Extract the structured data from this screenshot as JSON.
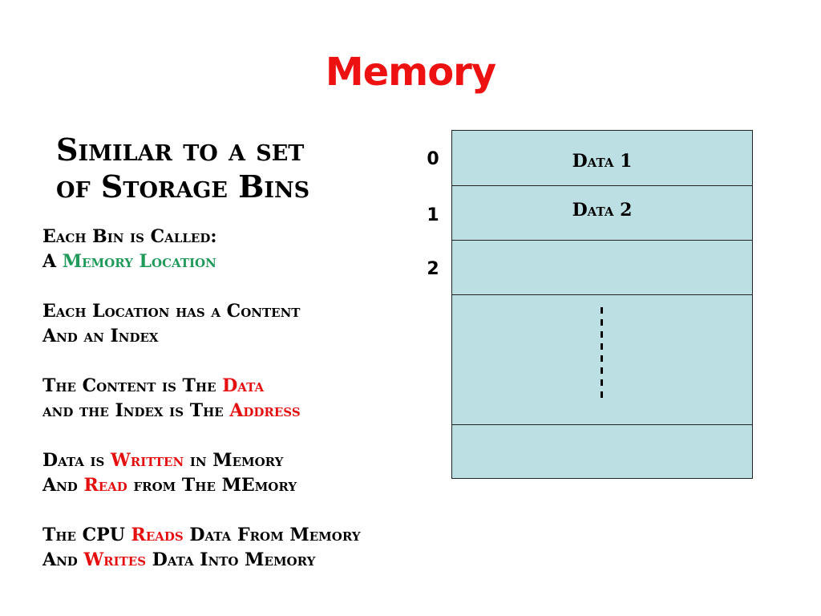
{
  "title": "Memory",
  "subtitle": [
    "Similar to a set",
    "of Storage Bins"
  ],
  "paragraphs": [
    [
      [
        {
          "t": "Each Bin is Called:"
        }
      ],
      [
        {
          "t": "A "
        },
        {
          "t": "Memory Location",
          "c": "green"
        }
      ]
    ],
    [
      [
        {
          "t": "Each Location has a Content"
        }
      ],
      [
        {
          "t": "And an Index"
        }
      ]
    ],
    [
      [
        {
          "t": "The Content is The "
        },
        {
          "t": "Data",
          "c": "red"
        }
      ],
      [
        {
          "t": "and the Index is The "
        },
        {
          "t": "Address",
          "c": "red"
        }
      ]
    ],
    [
      [
        {
          "t": "Data is "
        },
        {
          "t": "Written",
          "c": "red"
        },
        {
          "t": " in Memory"
        }
      ],
      [
        {
          "t": "And "
        },
        {
          "t": "Read",
          "c": "red"
        },
        {
          "t": " from The MEmory"
        }
      ]
    ],
    [
      [
        {
          "t": "The CPU "
        },
        {
          "t": "Reads",
          "c": "red"
        },
        {
          "t": " Data From Memory"
        }
      ],
      [
        {
          "t": "And "
        },
        {
          "t": "Writes",
          "c": "red"
        },
        {
          "t": " Data Into Memory"
        }
      ]
    ]
  ],
  "memory": {
    "indices": [
      "0",
      "1",
      "2"
    ],
    "cells": [
      "Data 1",
      "Data 2",
      "",
      "",
      ""
    ]
  },
  "colors": {
    "title": "#ee1111",
    "highlight_green": "#1f9a5a",
    "highlight_red": "#e60f0f",
    "cell_fill": "#bcdfe3"
  }
}
